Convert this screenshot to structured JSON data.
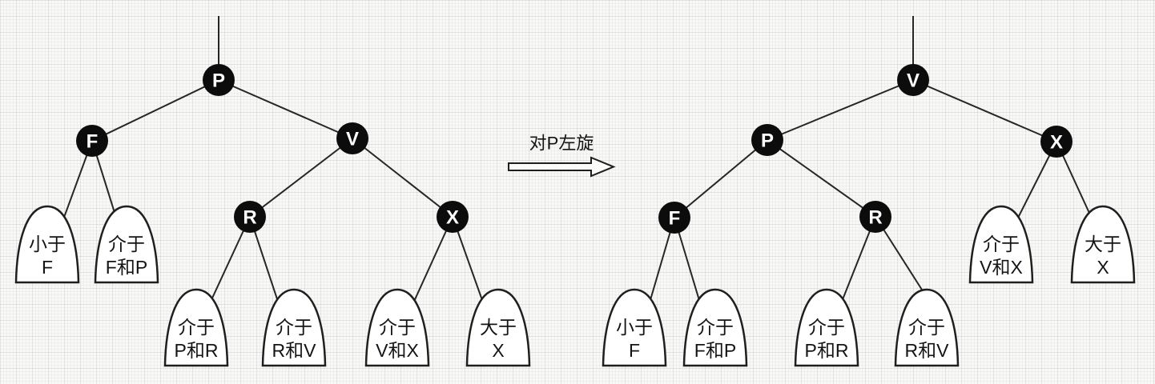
{
  "arrow": {
    "label": "对P左旋"
  },
  "colors": {
    "background": "#f8f8f7",
    "grid_line": "#e6e6e4",
    "node_fill": "#0c0c0c",
    "node_text": "#ffffff",
    "edge": "#262626",
    "arch_fill": "#ffffff",
    "arch_stroke": "#1f1f1f"
  },
  "trees": [
    {
      "nodes": [
        {
          "label": "P"
        },
        {
          "label": "F"
        },
        {
          "label": "V"
        },
        {
          "label": "R"
        },
        {
          "label": "X"
        }
      ],
      "leaves": [
        {
          "l1": "小于",
          "l2": "F"
        },
        {
          "l1": "介于",
          "l2": "F和P"
        },
        {
          "l1": "介于",
          "l2": "P和R"
        },
        {
          "l1": "介于",
          "l2": "R和V"
        },
        {
          "l1": "介于",
          "l2": "V和X"
        },
        {
          "l1": "大于",
          "l2": "X"
        }
      ]
    },
    {
      "nodes": [
        {
          "label": "V"
        },
        {
          "label": "P"
        },
        {
          "label": "X"
        },
        {
          "label": "F"
        },
        {
          "label": "R"
        }
      ],
      "leaves": [
        {
          "l1": "小于",
          "l2": "F"
        },
        {
          "l1": "介于",
          "l2": "F和P"
        },
        {
          "l1": "介于",
          "l2": "P和R"
        },
        {
          "l1": "介于",
          "l2": "R和V"
        },
        {
          "l1": "介于",
          "l2": "V和X"
        },
        {
          "l1": "大于",
          "l2": "X"
        }
      ]
    }
  ]
}
